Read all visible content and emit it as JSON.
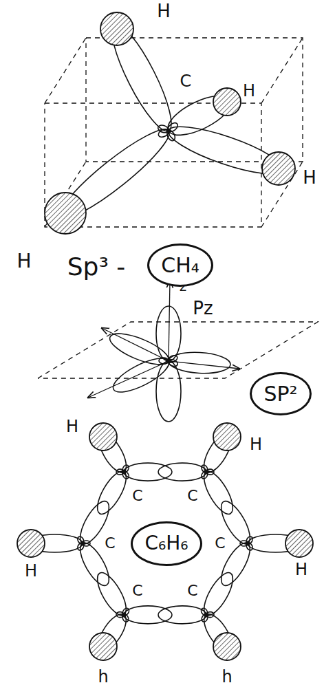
{
  "diagram": {
    "nodes": [
      {
        "text": [
          "CH₄"
        ]
      },
      {
        "text": [
          "SP²"
        ]
      },
      {
        "text": [
          "C₆H₆"
        ]
      }
    ],
    "labels": [
      "H",
      "H",
      "H",
      "H",
      "C",
      "Sp³ -",
      "z",
      "Pz",
      "H",
      "H",
      "H",
      "H",
      "h",
      "h",
      "C",
      "C",
      "C",
      "C",
      "C",
      "C"
    ]
  }
}
